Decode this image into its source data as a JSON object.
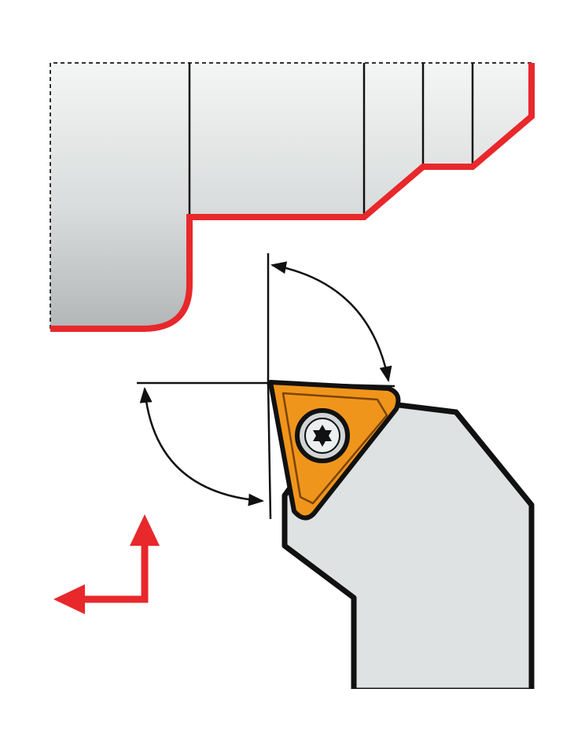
{
  "diagram": {
    "kind": "turning-tool-cutting-diagram",
    "elements": {
      "workpiece": "stepped-shaft-profile",
      "machined_contour": "red-profile-line",
      "insert": "trigon-insert-with-torx-screw",
      "holder": "tool-holder-shank",
      "angle_annotations": [
        "entering-angle-arc",
        "insert-angle-arc"
      ],
      "feed_directions": [
        "feed-up-arrow",
        "feed-left-arrow"
      ]
    },
    "colors": {
      "contour": "#e8282b",
      "feed_arrows": "#e8282b",
      "insert_fill": "#f0951c",
      "insert_outline": "#111111",
      "holder_fill": "#dfe2e2",
      "workpiece_light": "#eef0f0",
      "workpiece_dark": "#b6baba",
      "line": "#111111"
    }
  }
}
